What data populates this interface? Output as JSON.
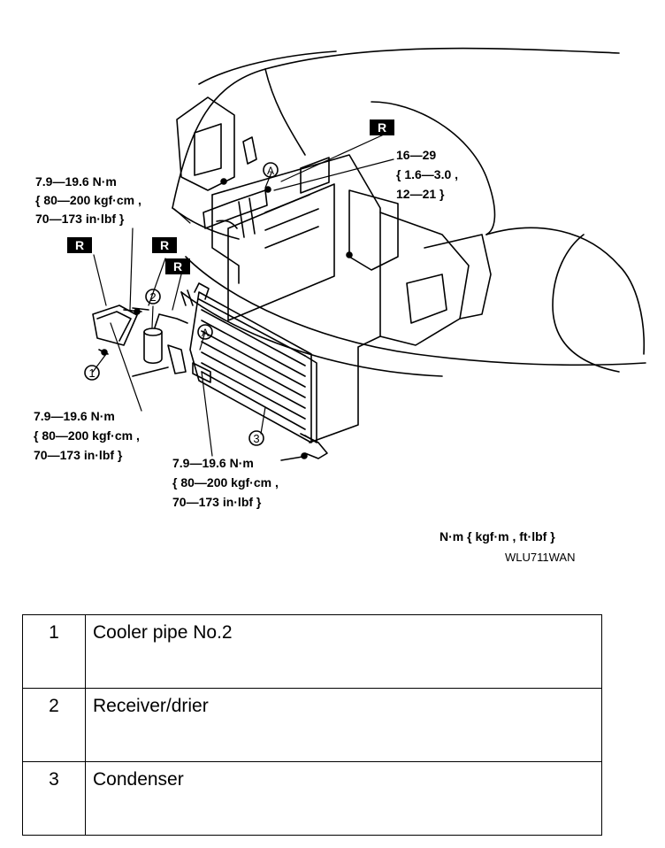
{
  "figure": {
    "torque_labels": {
      "top_left": [
        "7.9—19.6 N·m",
        "{ 80—200 kgf·cm ,",
        "70—173 in·lbf }"
      ],
      "top_right": [
        "16—29",
        "{ 1.6—3.0 ,",
        "12—21 }"
      ],
      "mid_left": [
        "7.9—19.6 N·m",
        "{ 80—200 kgf·cm ,",
        "70—173 in·lbf }"
      ],
      "bottom": [
        "7.9—19.6 N·m",
        "{ 80—200 kgf·cm ,",
        "70—173 in·lbf }"
      ]
    },
    "replace_badge": "R",
    "callouts": [
      "1",
      "2",
      "3"
    ],
    "connection_mark": "A",
    "units_legend": "N·m { kgf·m , ft·lbf }",
    "figure_code": "WLU711WAN"
  },
  "parts_table": [
    {
      "number": "1",
      "name": "Cooler pipe No.2"
    },
    {
      "number": "2",
      "name": "Receiver/drier"
    },
    {
      "number": "3",
      "name": "Condenser"
    }
  ]
}
